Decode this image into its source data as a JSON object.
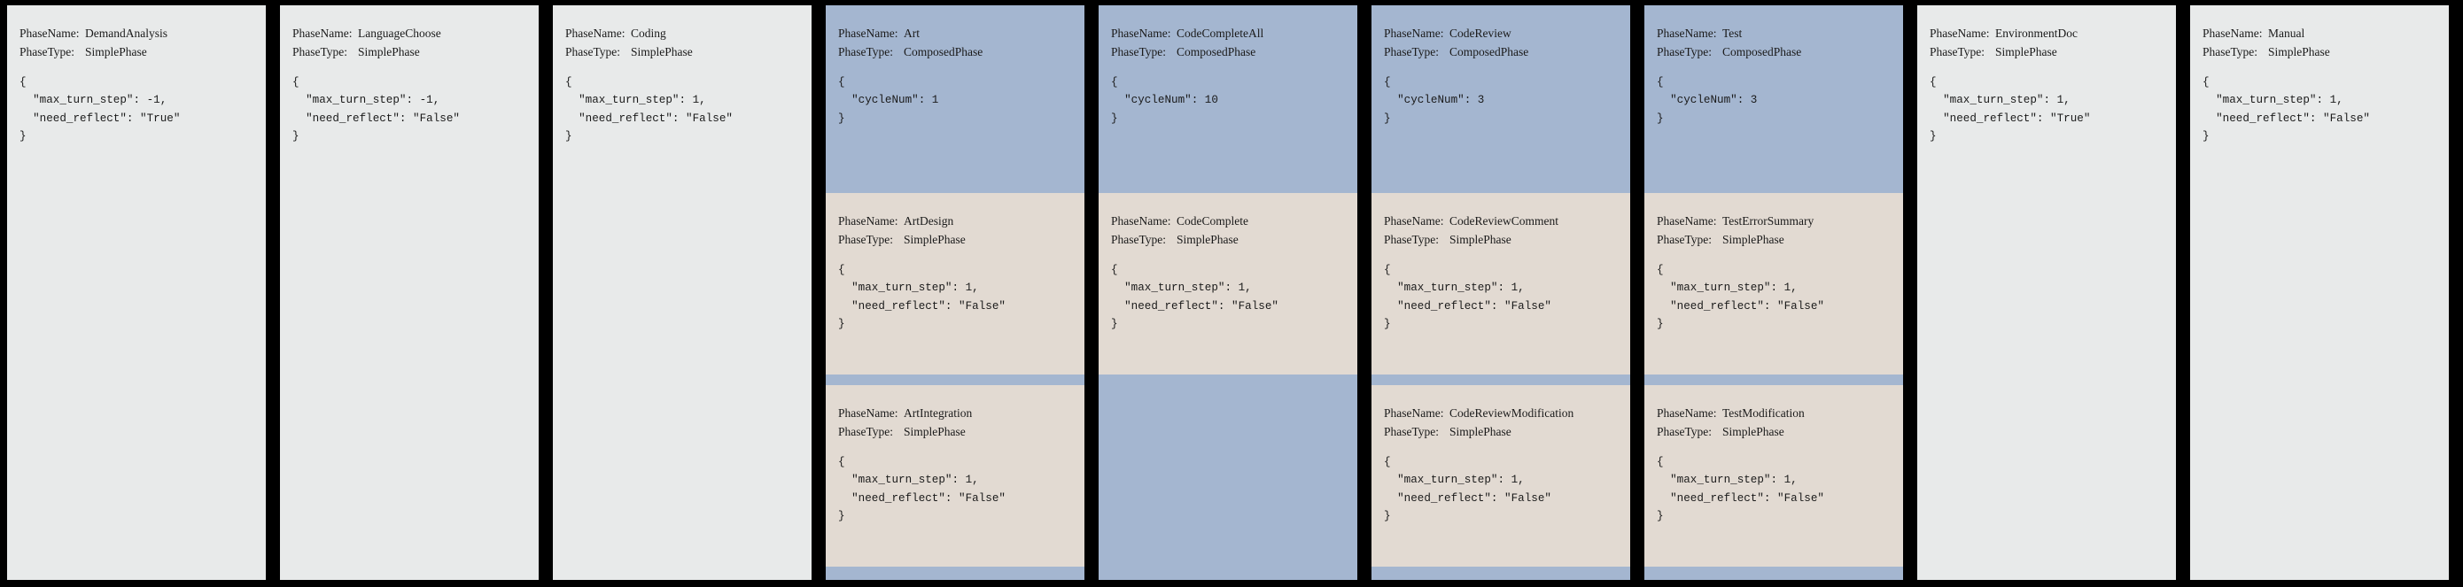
{
  "labels": {
    "phase_name": "PhaseName:",
    "phase_type": "PhaseType:"
  },
  "colors": {
    "background": "#000000",
    "simple_phase_bg": "#e8eaea",
    "composed_phase_bg": "#a4b6d0",
    "sub_phase_bg": "#e2dad2",
    "text": "#1a1a1a"
  },
  "columns": [
    {
      "id": "demand-analysis",
      "kind": "simple",
      "header": {
        "name": "DemandAnalysis",
        "type": "SimplePhase",
        "config": "{\n  \"max_turn_step\": -1,\n  \"need_reflect\": \"True\"\n}"
      },
      "subphases": []
    },
    {
      "id": "language-choose",
      "kind": "simple",
      "header": {
        "name": "LanguageChoose",
        "type": "SimplePhase",
        "config": "{\n  \"max_turn_step\": -1,\n  \"need_reflect\": \"False\"\n}"
      },
      "subphases": []
    },
    {
      "id": "coding",
      "kind": "simple",
      "header": {
        "name": "Coding",
        "type": "SimplePhase",
        "config": "{\n  \"max_turn_step\": 1,\n  \"need_reflect\": \"False\"\n}"
      },
      "subphases": []
    },
    {
      "id": "art",
      "kind": "composed",
      "header": {
        "name": "Art",
        "type": "ComposedPhase",
        "config": "{\n  \"cycleNum\": 1\n}"
      },
      "subphases": [
        {
          "name": "ArtDesign",
          "type": "SimplePhase",
          "config": "{\n  \"max_turn_step\": 1,\n  \"need_reflect\": \"False\"\n}"
        },
        {
          "name": "ArtIntegration",
          "type": "SimplePhase",
          "config": "{\n  \"max_turn_step\": 1,\n  \"need_reflect\": \"False\"\n}"
        }
      ]
    },
    {
      "id": "code-complete-all",
      "kind": "composed",
      "header": {
        "name": "CodeCompleteAll",
        "type": "ComposedPhase",
        "config": "{\n  \"cycleNum\": 10\n}"
      },
      "subphases": [
        {
          "name": "CodeComplete",
          "type": "SimplePhase",
          "config": "{\n  \"max_turn_step\": 1,\n  \"need_reflect\": \"False\"\n}"
        }
      ]
    },
    {
      "id": "code-review",
      "kind": "composed",
      "header": {
        "name": "CodeReview",
        "type": "ComposedPhase",
        "config": "{\n  \"cycleNum\": 3\n}"
      },
      "subphases": [
        {
          "name": "CodeReviewComment",
          "type": "SimplePhase",
          "config": "{\n  \"max_turn_step\": 1,\n  \"need_reflect\": \"False\"\n}"
        },
        {
          "name": "CodeReviewModification",
          "type": "SimplePhase",
          "config": "{\n  \"max_turn_step\": 1,\n  \"need_reflect\": \"False\"\n}"
        }
      ]
    },
    {
      "id": "test",
      "kind": "composed",
      "header": {
        "name": "Test",
        "type": "ComposedPhase",
        "config": "{\n  \"cycleNum\": 3\n}"
      },
      "subphases": [
        {
          "name": "TestErrorSummary",
          "type": "SimplePhase",
          "config": "{\n  \"max_turn_step\": 1,\n  \"need_reflect\": \"False\"\n}"
        },
        {
          "name": "TestModification",
          "type": "SimplePhase",
          "config": "{\n  \"max_turn_step\": 1,\n  \"need_reflect\": \"False\"\n}"
        }
      ]
    },
    {
      "id": "environment-doc",
      "kind": "simple",
      "header": {
        "name": "EnvironmentDoc",
        "type": "SimplePhase",
        "config": "{\n  \"max_turn_step\": 1,\n  \"need_reflect\": \"True\"\n}"
      },
      "subphases": []
    },
    {
      "id": "manual",
      "kind": "simple",
      "header": {
        "name": "Manual",
        "type": "SimplePhase",
        "config": "{\n  \"max_turn_step\": 1,\n  \"need_reflect\": \"False\"\n}"
      },
      "subphases": []
    }
  ]
}
